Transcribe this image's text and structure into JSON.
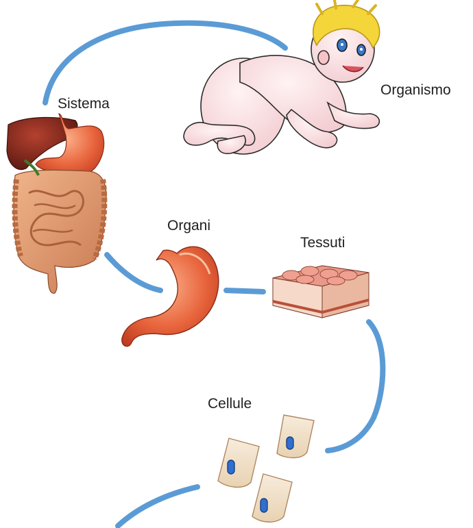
{
  "colors": {
    "connector": "#5b9bd5",
    "background": "#ffffff"
  },
  "levels": [
    {
      "key": "organismo",
      "label": "Organismo",
      "icon": "baby-crawling-icon"
    },
    {
      "key": "sistema",
      "label": "Sistema",
      "icon": "digestive-system-icon"
    },
    {
      "key": "organi",
      "label": "Organi",
      "icon": "stomach-icon"
    },
    {
      "key": "tessuti",
      "label": "Tessuti",
      "icon": "tissue-block-icon"
    },
    {
      "key": "cellule",
      "label": "Cellule",
      "icon": "cells-icon"
    }
  ]
}
